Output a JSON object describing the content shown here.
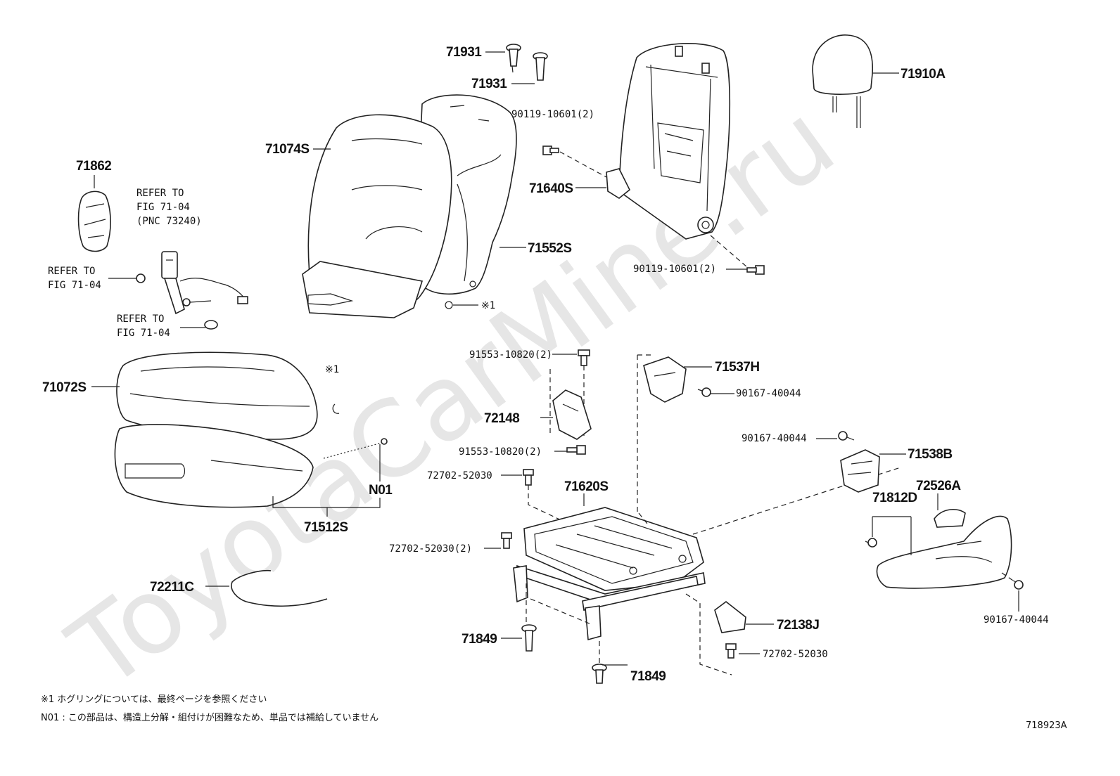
{
  "watermark": "ToyotaCarMine.ru",
  "diagram_id": "718923A",
  "part_labels": {
    "p71931a": "71931",
    "p71931b": "71931",
    "p71910A": "71910A",
    "p90119a": "90119-10601(2)",
    "p71074S": "71074S",
    "p71640S": "71640S",
    "p71862": "71862",
    "p71552S": "71552S",
    "p90119b": "90119-10601(2)",
    "p71072S": "71072S",
    "p91553a": "91553-10820(2)",
    "p71537H": "71537H",
    "p90167a": "90167-40044",
    "p72148": "72148",
    "p90167b": "90167-40044",
    "p91553b": "91553-10820(2)",
    "p71538B": "71538B",
    "p72702a": "72702-52030",
    "p71620S": "71620S",
    "p72526A": "72526A",
    "pN01": "N01",
    "p71812D": "71812D",
    "p71512S": "71512S",
    "p72702b": "72702-52030(2)",
    "p72211C": "72211C",
    "p72138J": "72138J",
    "p90167c": "90167-40044",
    "p71849a": "71849",
    "p72702c": "72702-52030",
    "p71849b": "71849",
    "mark1a": "※1",
    "mark1b": "※1"
  },
  "refer_labels": {
    "r1_l1": "REFER TO",
    "r1_l2": "FIG 71-04",
    "r1_l3": "(PNC 73240)",
    "r2_l1": "REFER TO",
    "r2_l2": "FIG 71-04",
    "r3_l1": "REFER TO",
    "r3_l2": "FIG 71-04"
  },
  "footnotes": {
    "note1": "※1  ホグリングについては、最終ページを参照ください",
    "note2": "N01 : この部品は、構造上分解・組付けが困難なため、単品では補給していません"
  }
}
